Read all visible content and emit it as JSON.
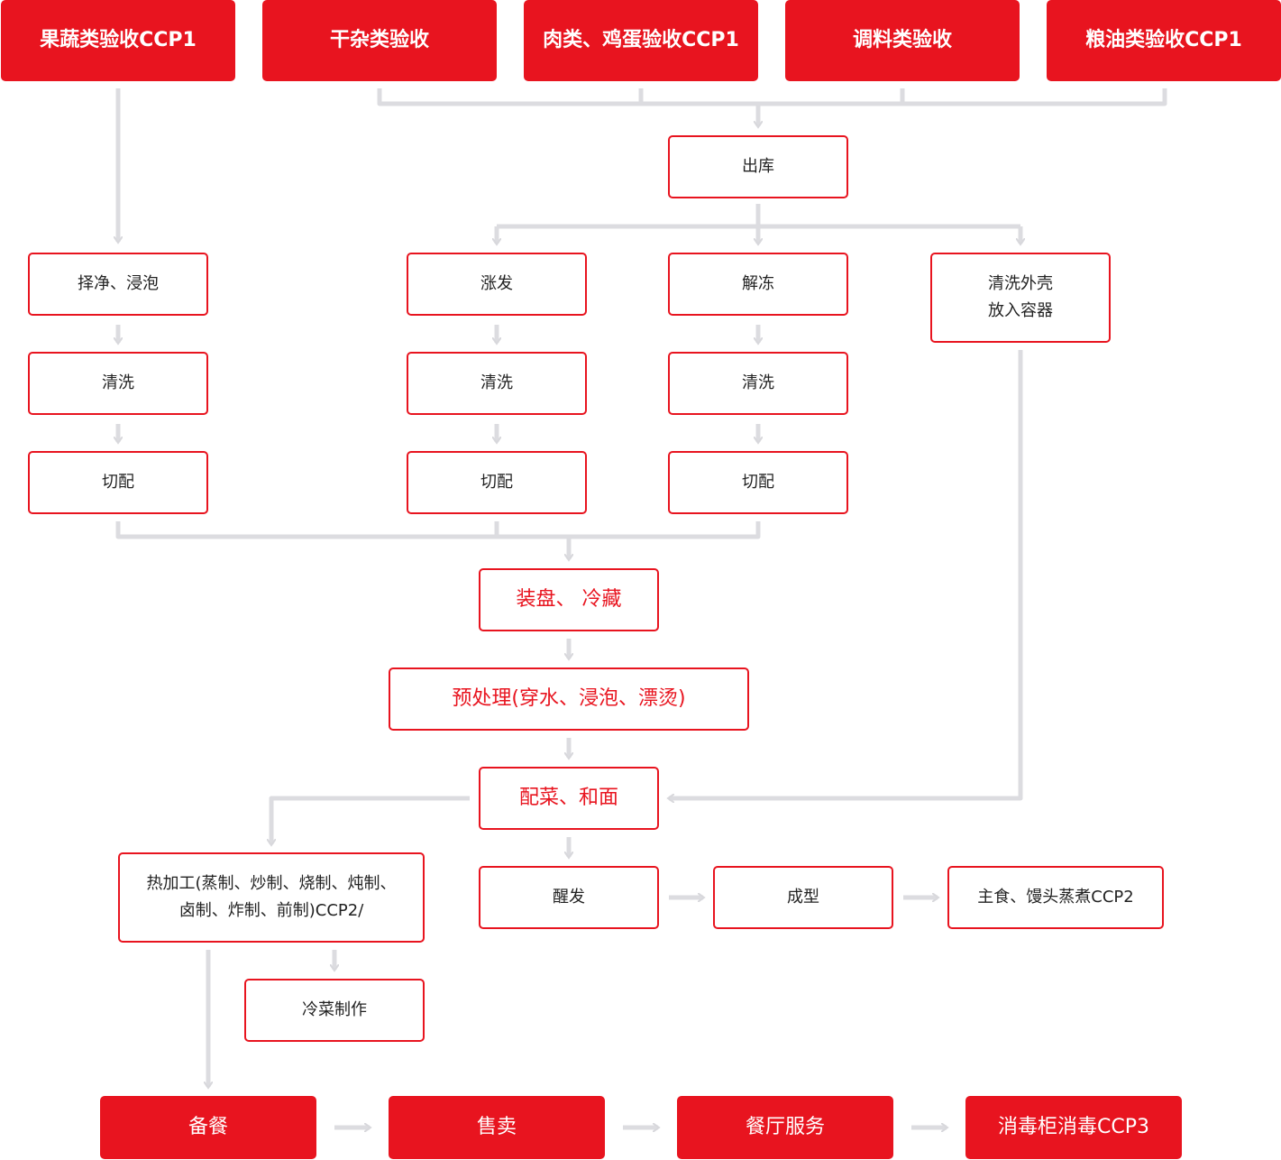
{
  "colors": {
    "accent": "#e8141f",
    "connector": "#dcdce0",
    "text": "#222222"
  },
  "inputs": [
    {
      "id": "fruit_veg",
      "label": "果蔬类验收CCP1"
    },
    {
      "id": "dry_goods",
      "label": "干杂类验收"
    },
    {
      "id": "meat_egg",
      "label": "肉类、鸡蛋验收CCP1"
    },
    {
      "id": "seasoning",
      "label": "调料类验收"
    },
    {
      "id": "grain_oil",
      "label": "粮油类验收CCP1"
    }
  ],
  "warehouse_out": "出库",
  "branches": {
    "veg": [
      "择净、浸泡",
      "清洗",
      "切配"
    ],
    "dry": [
      "涨发",
      "清洗",
      "切配"
    ],
    "meat": [
      "解冻",
      "清洗",
      "切配"
    ],
    "egg": [
      "清洗外壳",
      "放入容器"
    ]
  },
  "key_steps": {
    "plate_chill": "装盘、 冷藏",
    "pretreat": "预处理(穿水、浸泡、漂烫)",
    "prep_dough": "配菜、和面"
  },
  "hot_processing": [
    "热加工(蒸制、炒制、烧制、炖制、",
    "卤制、炸制、前制)CCP2/"
  ],
  "cold_dish": "冷菜制作",
  "staple_line": [
    "醒发",
    "成型",
    "主食、馒头蒸煮CCP2"
  ],
  "outputs": [
    "备餐",
    "售卖",
    "餐厅服务",
    "消毒柜消毒CCP3"
  ]
}
